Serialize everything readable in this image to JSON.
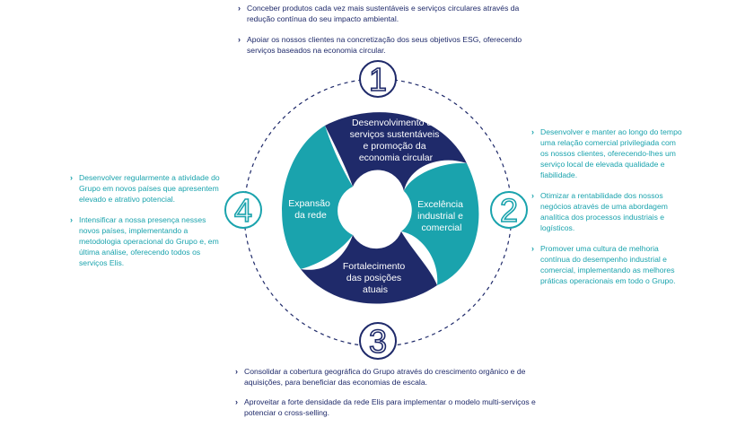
{
  "colors": {
    "navy": "#1f2a6a",
    "teal": "#1aa3ad",
    "accent": "#2fb5bd"
  },
  "segments": {
    "top": [
      "Desenvolvimento de",
      "serviços sustentáveis",
      "e promoção da",
      "economia circular"
    ],
    "right": [
      "Excelência",
      "industrial e",
      "comercial"
    ],
    "bottom": [
      "Fortalecimento",
      "das posições",
      "atuais"
    ],
    "left": [
      "Expansão",
      "da rede"
    ]
  },
  "numbers": [
    "1",
    "2",
    "3",
    "4"
  ],
  "blocks": {
    "top": [
      "Conceber produtos cada vez mais sustentáveis e serviços circulares através da redução contínua do seu impacto ambiental.",
      "Apoiar os nossos clientes na concretização dos seus objetivos ESG, oferecendo serviços baseados na economia circular."
    ],
    "right": [
      "Desenvolver e manter ao longo do tempo uma relação comercial privilegiada com os nossos clientes, oferecendo-lhes um serviço local de elevada qualidade e fiabilidade.",
      "Otimizar a rentabilidade dos nossos negócios através de uma abordagem analítica dos processos industriais e logísticos.",
      "Promover uma cultura de melhoria contínua do desempenho industrial e comercial, implementando as melhores práticas operacionais em todo o Grupo."
    ],
    "bottom": [
      "Consolidar a cobertura geográfica do Grupo através do crescimento orgânico e de aquisições, para beneficiar das economias de escala.",
      "Aproveitar a forte densidade da rede Elis para implementar o modelo multi-serviços e potenciar o cross-selling."
    ],
    "left": [
      "Desenvolver regularmente a atividade do Grupo em novos países que apresentem elevado e atrativo potencial.",
      "Intensificar a nossa presença nesses novos países, implementando a metodologia operacional do Grupo e, em última análise, oferecendo todos os serviços Elis."
    ]
  }
}
